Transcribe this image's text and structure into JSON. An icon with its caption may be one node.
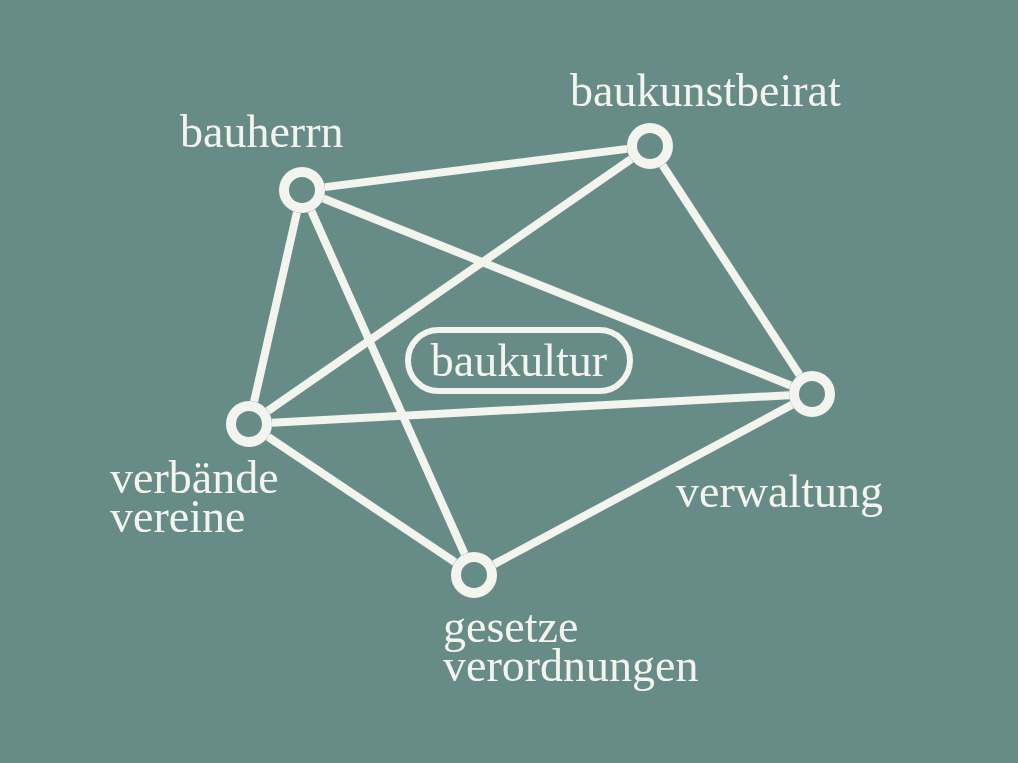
{
  "diagram": {
    "nodes": [
      {
        "text": [],
        "shape": "circle",
        "beside": [
          "bauherrn"
        ]
      },
      {
        "text": [],
        "shape": "circle",
        "beside": [
          "baukunstbeirat"
        ]
      },
      {
        "text": [
          "baukultur"
        ]
      },
      {
        "text": [],
        "shape": "circle",
        "beside": [
          "verbände vereine"
        ]
      },
      {
        "text": [],
        "shape": "circle",
        "beside": [
          "verwaltung"
        ]
      },
      {
        "text": [],
        "shape": "circle",
        "beside": [
          "gesetze verordnungen"
        ]
      }
    ],
    "edges": [
      {
        "from": 0,
        "to": 1,
        "arrow": "none"
      },
      {
        "from": 0,
        "to": 4,
        "arrow": "none"
      },
      {
        "from": 0,
        "to": 3,
        "arrow": "none"
      },
      {
        "from": 0,
        "to": 5,
        "arrow": "none"
      },
      {
        "from": 1,
        "to": 3,
        "arrow": "none"
      },
      {
        "from": 1,
        "to": 4,
        "arrow": "none"
      },
      {
        "from": 3,
        "to": 4,
        "arrow": "none"
      },
      {
        "from": 3,
        "to": 5,
        "arrow": "none"
      },
      {
        "from": 5,
        "to": 4,
        "arrow": "none"
      }
    ]
  }
}
